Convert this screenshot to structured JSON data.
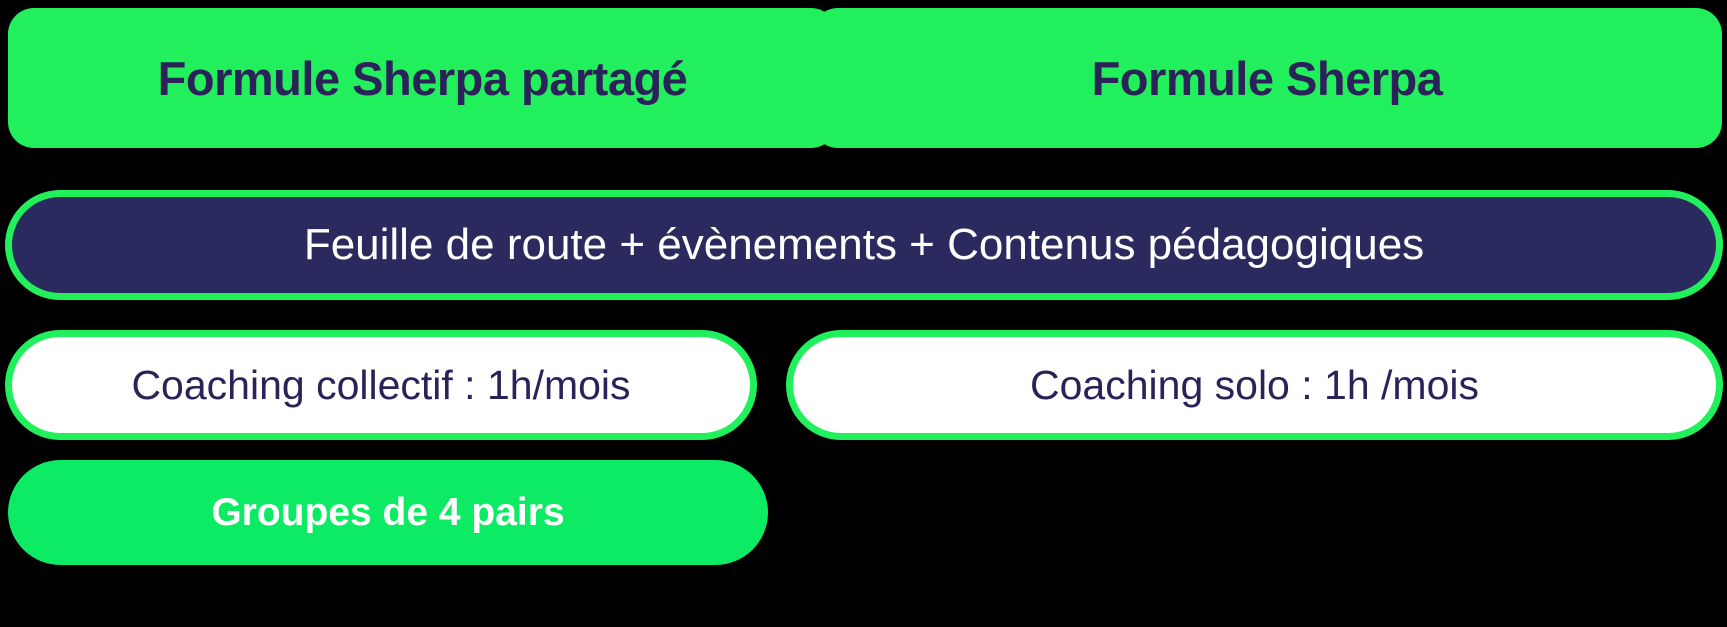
{
  "theme": {
    "background": "#000000",
    "green": "#22ef5c",
    "green_solid": "#0ceb63",
    "purple": "#2b2a5e",
    "purple_text": "#2b2259",
    "white": "#ffffff"
  },
  "plans": {
    "shared": {
      "title": "Formule Sherpa partagé",
      "coaching": "Coaching collectif : 1h/mois",
      "group": "Groupes de 4 pairs"
    },
    "solo": {
      "title": "Formule Sherpa",
      "coaching": "Coaching solo : 1h /mois"
    }
  },
  "shared_features": {
    "roadmap": "Feuille de route + évènements + Contenus pédagogiques"
  }
}
